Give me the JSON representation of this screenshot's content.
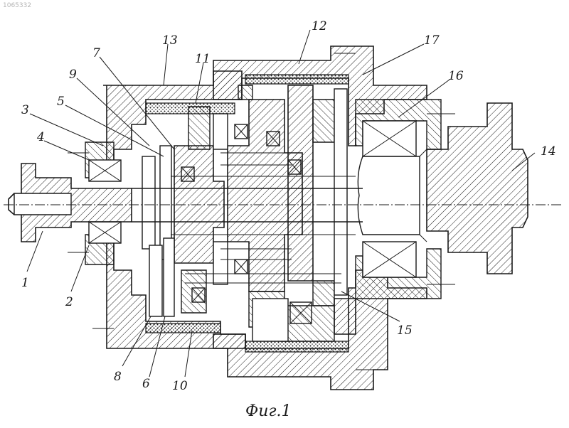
{
  "document_id": "1065332",
  "figure_caption": "Фиг.1",
  "labels": {
    "l1": "1",
    "l2": "2",
    "l3": "3",
    "l4": "4",
    "l5": "5",
    "l6": "6",
    "l7": "7",
    "l8": "8",
    "l9": "9",
    "l10": "10",
    "l11": "11",
    "l12": "12",
    "l13": "13",
    "l14": "14",
    "l15": "15",
    "l16": "16",
    "l17": "17"
  }
}
